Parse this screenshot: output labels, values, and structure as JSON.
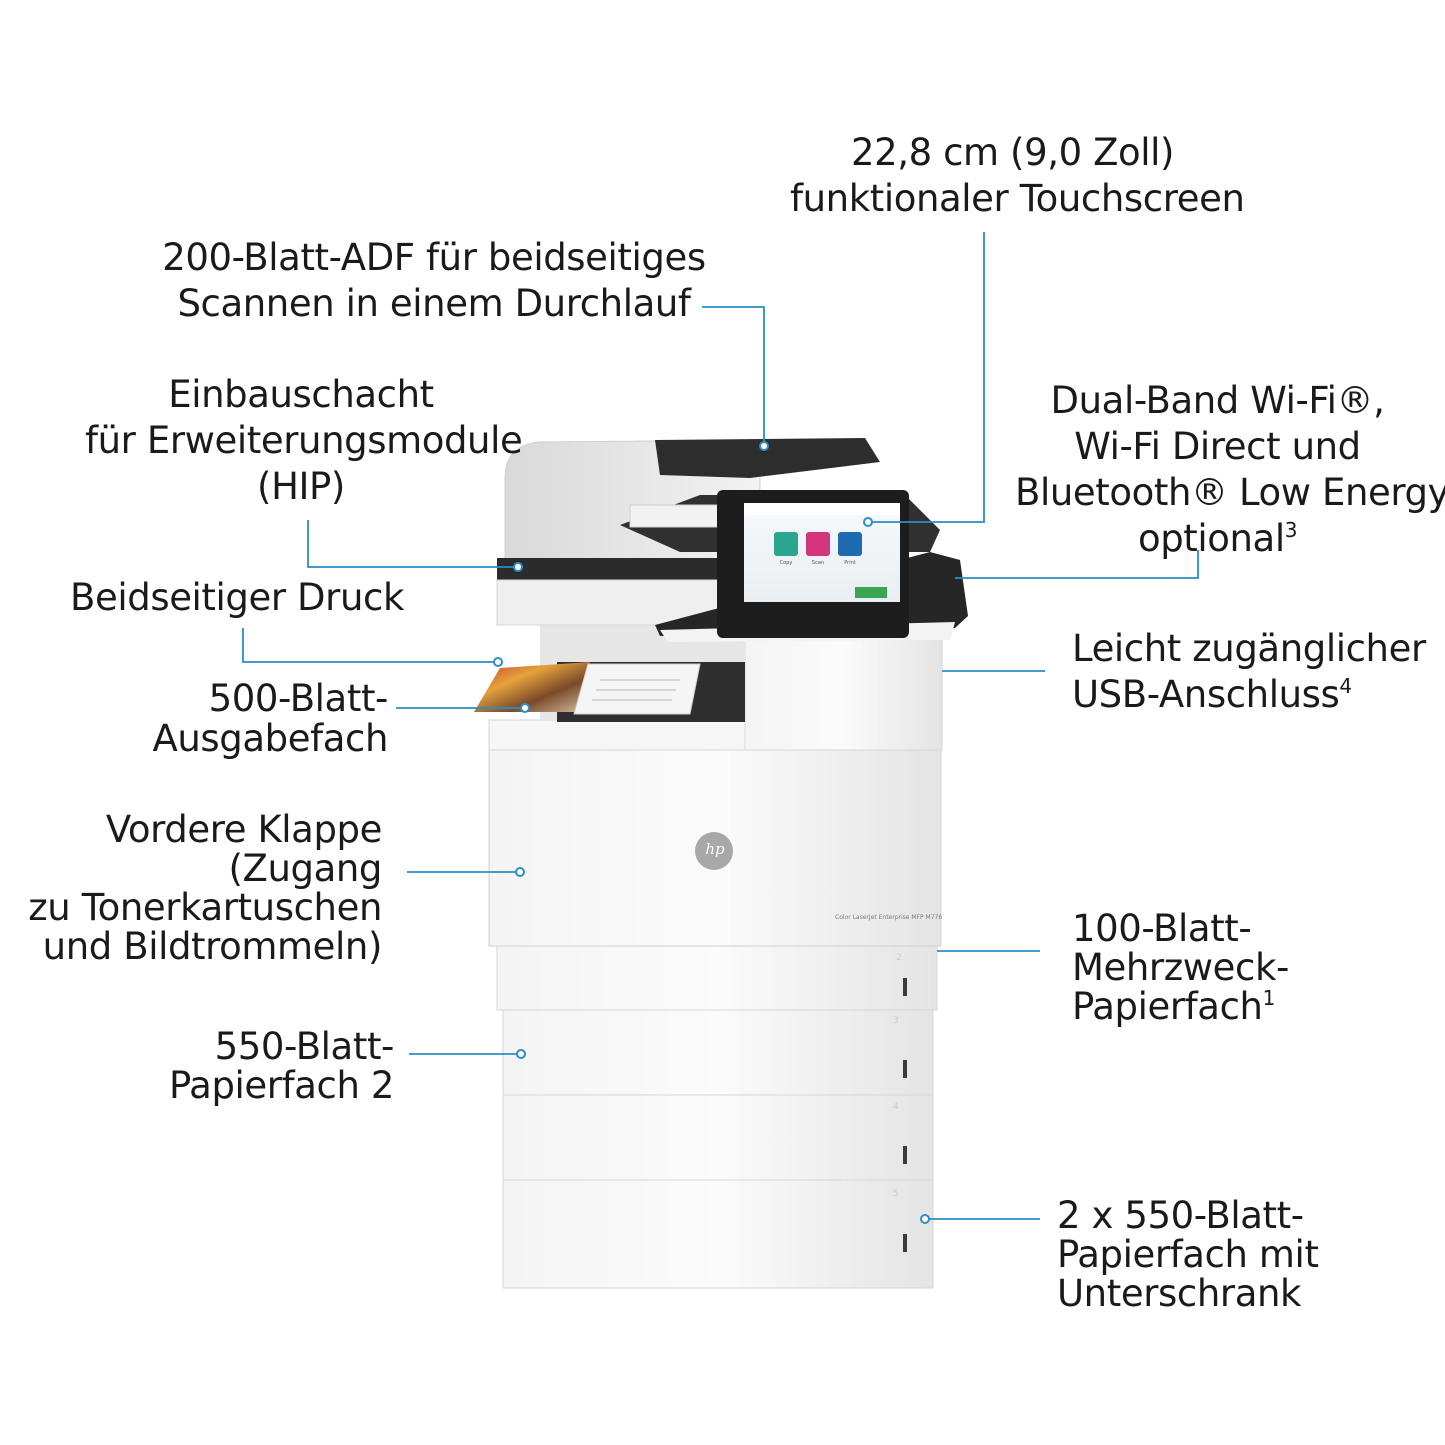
{
  "labels": {
    "touchscreen": {
      "l1": "22,8 cm (9,0 Zoll)",
      "l2": "funktionaler Touchscreen"
    },
    "adf": {
      "l1": "200-Blatt-ADF für beidseitiges",
      "l2": "Scannen in einem Durchlauf"
    },
    "hip": {
      "l1": "Einbauschacht",
      "l2": "für Erweiterungsmodule",
      "l3": "(HIP)"
    },
    "wifi": {
      "l1": "Dual-Band Wi-Fi®,",
      "l2": "Wi-Fi Direct und",
      "l3": "Bluetooth® Low Energy",
      "l4": "optional",
      "sup": "3"
    },
    "duplex": {
      "l1": "Beidseitiger Druck"
    },
    "output_tray": {
      "l1": "500-Blatt-",
      "l2": "Ausgabefach"
    },
    "usb": {
      "l1": "Leicht zugänglicher",
      "l2": "USB-Anschluss",
      "sup": "4"
    },
    "front_door": {
      "l1": "Vordere Klappe",
      "l2": "(Zugang",
      "l3": "zu Tonerkartuschen",
      "l4": "und Bildtrommeln)"
    },
    "mp_tray": {
      "l1": "100-Blatt-",
      "l2": "Mehrzweck-",
      "l3": "Papierfach",
      "sup": "1"
    },
    "tray2": {
      "l1": "550-Blatt-",
      "l2": "Papierfach 2"
    },
    "cabinet": {
      "l1": "2 x 550-Blatt-",
      "l2": "Papierfach mit",
      "l3": "Unterschrank"
    }
  },
  "printer": {
    "logo": "hp",
    "model": "Color LaserJet Enterprise MFP M776",
    "screen_tiles": [
      "Copy",
      "Scan",
      "Print"
    ],
    "tray_numbers": [
      "2",
      "3",
      "4",
      "5"
    ]
  },
  "colors": {
    "accent": "#2a8fc7",
    "body": "#e9e9e9",
    "dark": "#2b2b2b"
  }
}
